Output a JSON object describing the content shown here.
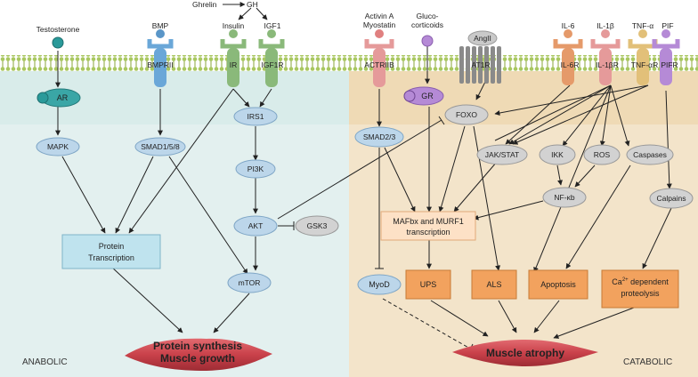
{
  "side_labels": {
    "left": "ANABOLIC",
    "right": "CATABOLIC"
  },
  "ligands": {
    "testosterone": "Testosterone",
    "bmp": "BMP",
    "ghrelin": "Ghrelin",
    "gh": "GH",
    "insulin": "Insulin",
    "igf1": "IGF1",
    "activin": "Activin A",
    "myostatin": "Myostatin",
    "gluco_1": "Gluco-",
    "gluco_2": "corticoids",
    "angii": "AngII",
    "il6": "IL-6",
    "il1b": "IL-1β",
    "tnfa": "TNF-α",
    "pif": "PIF"
  },
  "receptors": {
    "bmprii": "BMPRII",
    "ir": "IR",
    "igf1r": "IGF1R",
    "actriib": "ACTRIIB",
    "at1r": "AT1R",
    "il6r": "IL-6R",
    "il1br": "IL-1βR",
    "tnfar": "TNF-αR",
    "pifr": "PIFR"
  },
  "nodes": {
    "ar": "AR",
    "mapk": "MAPK",
    "smad158": "SMAD1/5/8",
    "irs1": "IRS1",
    "pi3k": "PI3K",
    "akt": "AKT",
    "gsk3": "GSK3",
    "mtor": "mTOR",
    "protein_transcription_1": "Protein",
    "protein_transcription_2": "Transcription",
    "gr": "GR",
    "foxo": "FOXO",
    "smad23": "SMAD2/3",
    "jakstat": "JAK/STAT",
    "ikk": "IKK",
    "ros": "ROS",
    "caspases": "Caspases",
    "nfkb": "NF-κb",
    "calpains": "Calpains",
    "mafbx_1": "MAFbx and MURF1",
    "mafbx_2": "transcription",
    "myod": "MyoD",
    "ups": "UPS",
    "als": "ALS",
    "apoptosis": "Apoptosis",
    "ca_1": "Ca",
    "ca_sup": "2+",
    "ca_1b": " dependent",
    "ca_2": "proteolysis"
  },
  "outcomes": {
    "synthesis_1": "Protein synthesis",
    "synthesis_2": "Muscle growth",
    "atrophy": "Muscle atrophy"
  },
  "colors": {
    "anabolic_bg": "#d9ecec",
    "catabolic_bg": "#f3e3c8",
    "node_blue": "#bcd6ea",
    "node_gray": "#d2d2d2",
    "box_orange": "#f2a25e",
    "box_peach": "#fde1c6",
    "box_lightblue": "#bfe3ee",
    "receptor_teal": "#3aa6a6",
    "receptor_blue": "#6aa7d8",
    "receptor_green": "#8ab97a",
    "receptor_pink": "#e59a9a",
    "receptor_purple": "#b58ad6",
    "receptor_orange": "#e59a6a",
    "receptor_yellow": "#e2c079",
    "muscle": "#c9414a"
  }
}
